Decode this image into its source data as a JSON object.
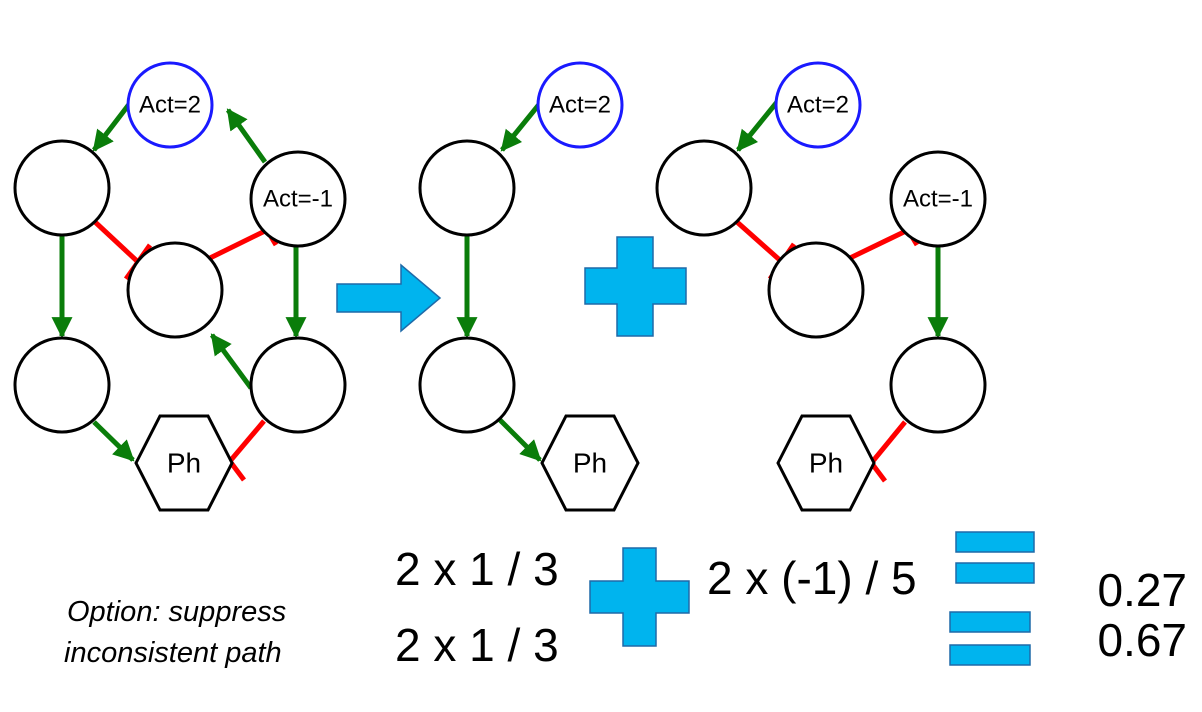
{
  "labels": {
    "act_pos": "Act=2",
    "act_neg": "Act=-1",
    "ph": "Ph"
  },
  "equations": {
    "row1_left": "2 x 1 / 3",
    "row2_left": "2 x 1 / 3",
    "row1_right": "2 x (-1) / 5",
    "result1": "0.27",
    "result2": "0.67"
  },
  "note": {
    "line1": "Option: suppress",
    "line2": "inconsistent path"
  },
  "colors": {
    "activation": "#0a7d0a",
    "inhibition": "#ff0000",
    "act_node": "#1a1aff",
    "operator": "#00b4ee"
  }
}
